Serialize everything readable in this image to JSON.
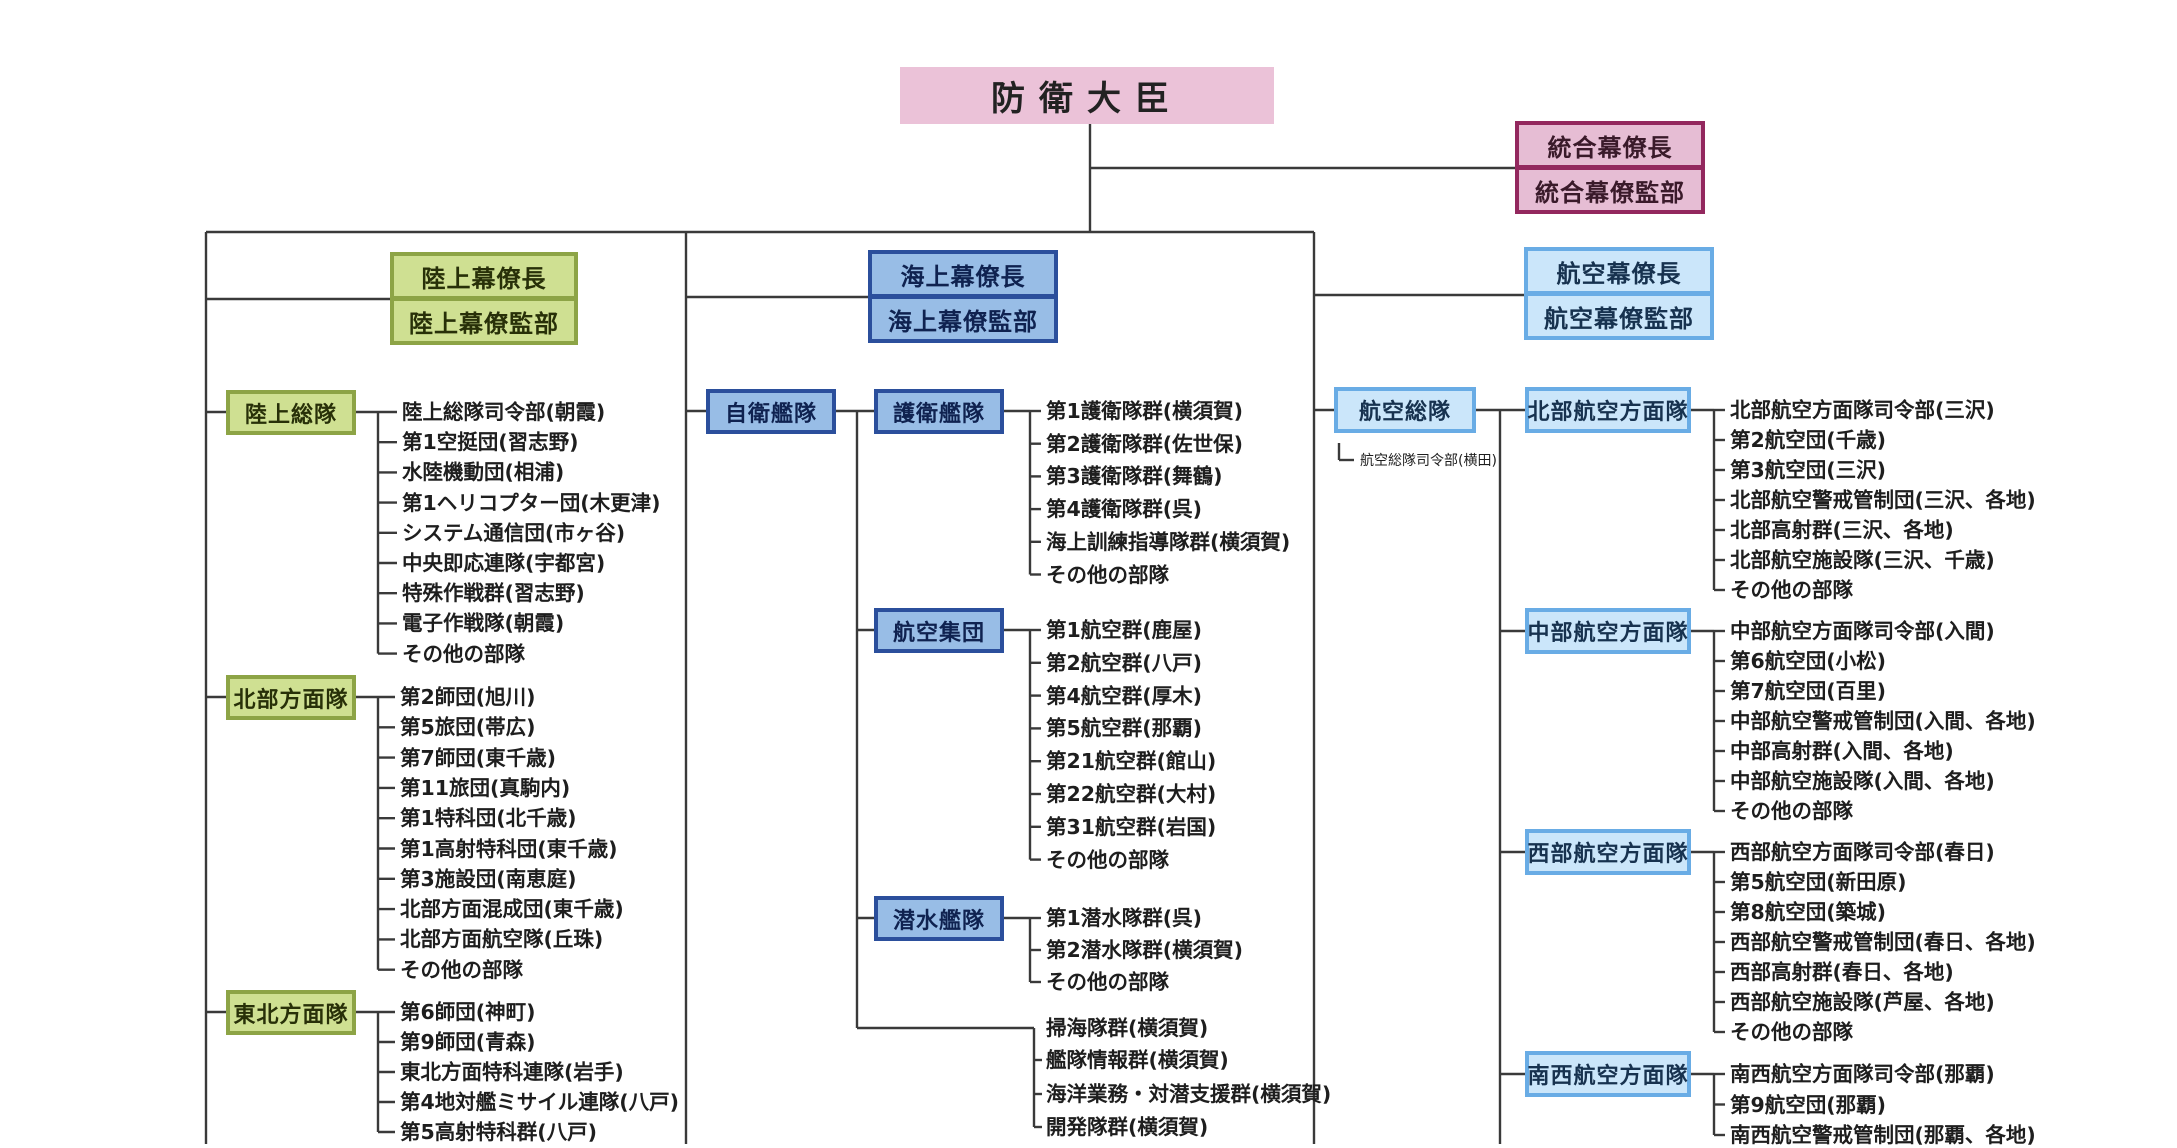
{
  "minister": "防衛大臣",
  "joint": {
    "head": "統合幕僚長",
    "office": "統合幕僚監部"
  },
  "ground": {
    "head": "陸上幕僚長",
    "office": "陸上幕僚監部",
    "units": [
      {
        "name": "陸上総隊",
        "items": [
          "陸上総隊司令部(朝霞)",
          "第1空挺団(習志野)",
          "水陸機動団(相浦)",
          "第1ヘリコプター団(木更津)",
          "システム通信団(市ヶ谷)",
          "中央即応連隊(宇都宮)",
          "特殊作戦群(習志野)",
          "電子作戦隊(朝霞)",
          "その他の部隊"
        ]
      },
      {
        "name": "北部方面隊",
        "items": [
          "第2師団(旭川)",
          "第5旅団(帯広)",
          "第7師団(東千歳)",
          "第11旅団(真駒内)",
          "第1特科団(北千歳)",
          "第1高射特科団(東千歳)",
          "第3施設団(南恵庭)",
          "北部方面混成団(東千歳)",
          "北部方面航空隊(丘珠)",
          "その他の部隊"
        ]
      },
      {
        "name": "東北方面隊",
        "items": [
          "第6師団(神町)",
          "第9師団(青森)",
          "東北方面特科連隊(岩手)",
          "第4地対艦ミサイル連隊(八戸)",
          "第5高射特科群(八戸)"
        ]
      }
    ]
  },
  "navy": {
    "head": "海上幕僚長",
    "office": "海上幕僚監部",
    "fleet": "自衛艦隊",
    "units": [
      {
        "name": "護衛艦隊",
        "items": [
          "第1護衛隊群(横須賀)",
          "第2護衛隊群(佐世保)",
          "第3護衛隊群(舞鶴)",
          "第4護衛隊群(呉)",
          "海上訓練指導隊群(横須賀)",
          "その他の部隊"
        ]
      },
      {
        "name": "航空集団",
        "items": [
          "第1航空群(鹿屋)",
          "第2航空群(八戸)",
          "第4航空群(厚木)",
          "第5航空群(那覇)",
          "第21航空群(館山)",
          "第22航空群(大村)",
          "第31航空群(岩国)",
          "その他の部隊"
        ]
      },
      {
        "name": "潜水艦隊",
        "items": [
          "第1潜水隊群(呉)",
          "第2潜水隊群(横須賀)",
          "その他の部隊"
        ]
      }
    ],
    "direct": [
      "掃海隊群(横須賀)",
      "艦隊情報群(横須賀)",
      "海洋業務・対潜支援群(横須賀)",
      "開発隊群(横須賀)"
    ]
  },
  "air": {
    "head": "航空幕僚長",
    "office": "航空幕僚監部",
    "command": "航空総隊",
    "command_sub": "航空総隊司令部(横田)",
    "units": [
      {
        "name": "北部航空方面隊",
        "items": [
          "北部航空方面隊司令部(三沢)",
          "第2航空団(千歳)",
          "第3航空団(三沢)",
          "北部航空警戒管制団(三沢、各地)",
          "北部高射群(三沢、各地)",
          "北部航空施設隊(三沢、千歳)",
          "その他の部隊"
        ]
      },
      {
        "name": "中部航空方面隊",
        "items": [
          "中部航空方面隊司令部(入間)",
          "第6航空団(小松)",
          "第7航空団(百里)",
          "中部航空警戒管制団(入間、各地)",
          "中部高射群(入間、各地)",
          "中部航空施設隊(入間、各地)",
          "その他の部隊"
        ]
      },
      {
        "name": "西部航空方面隊",
        "items": [
          "西部航空方面隊司令部(春日)",
          "第5航空団(新田原)",
          "第8航空団(築城)",
          "西部航空警戒管制団(春日、各地)",
          "西部高射群(春日、各地)",
          "西部航空施設隊(芦屋、各地)",
          "その他の部隊"
        ]
      },
      {
        "name": "南西航空方面隊",
        "items": [
          "南西航空方面隊司令部(那覇)",
          "第9航空団(那覇)",
          "南西航空警戒管制団(那覇、各地)"
        ]
      }
    ]
  }
}
